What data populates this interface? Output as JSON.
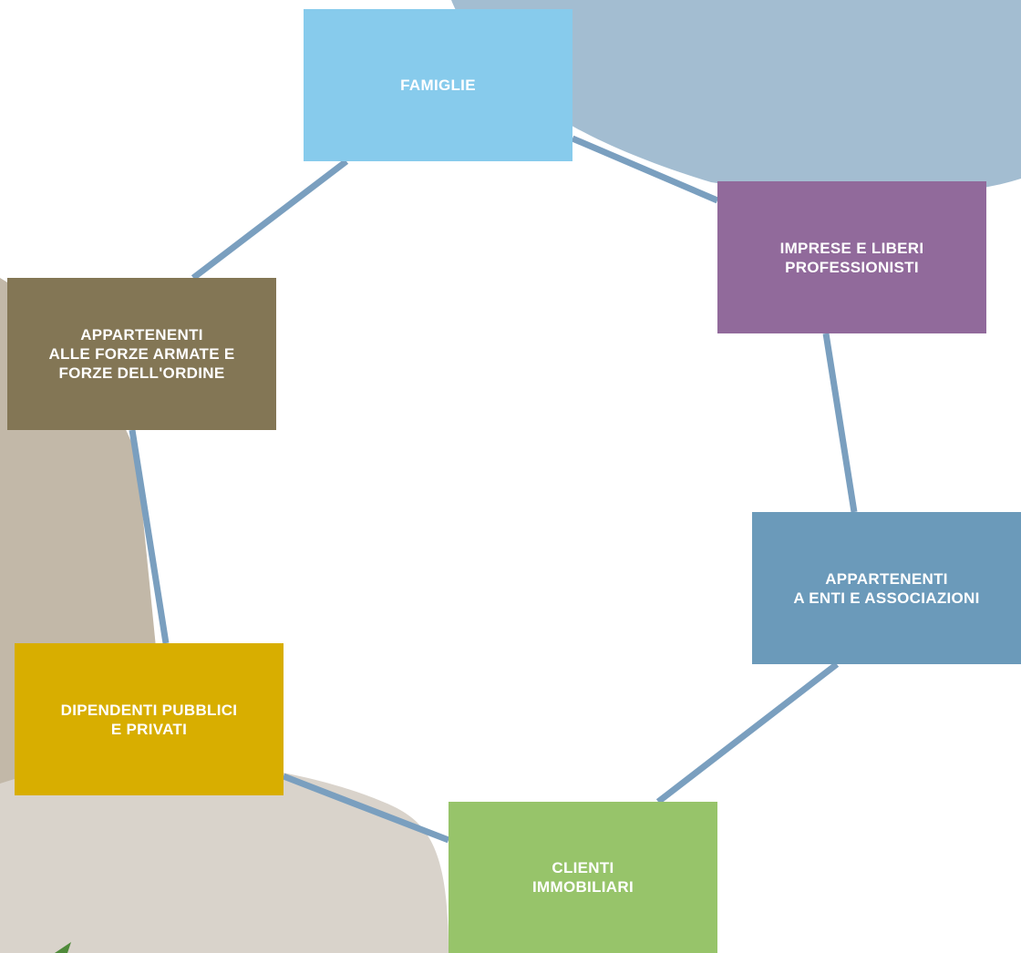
{
  "colors": {
    "connector": "#7a9fbf",
    "blob_blue": "#a3bdd1",
    "blob_taupe": "#c2b8a8",
    "blob_stone": "#d9d3cb"
  },
  "nodes": {
    "famiglie": {
      "label": "FAMIGLIE",
      "color": "#87cbec"
    },
    "imprese": {
      "label": "IMPRESE E LIBERI\nPROFESSIONISTI",
      "color": "#916a9b"
    },
    "enti": {
      "label": "APPARTENENTI\nA ENTI E ASSOCIAZIONI",
      "color": "#6b9aba"
    },
    "immobiliari": {
      "label": "CLIENTI\nIMMOBILIARI",
      "color": "#97c46a"
    },
    "dipendenti": {
      "label": "DIPENDENTI PUBBLICI\nE PRIVATI",
      "color": "#d8ae00"
    },
    "forze": {
      "label": "APPARTENENTI\nALLE FORZE ARMATE E\nFORZE DELL'ORDINE",
      "color": "#837655"
    }
  }
}
